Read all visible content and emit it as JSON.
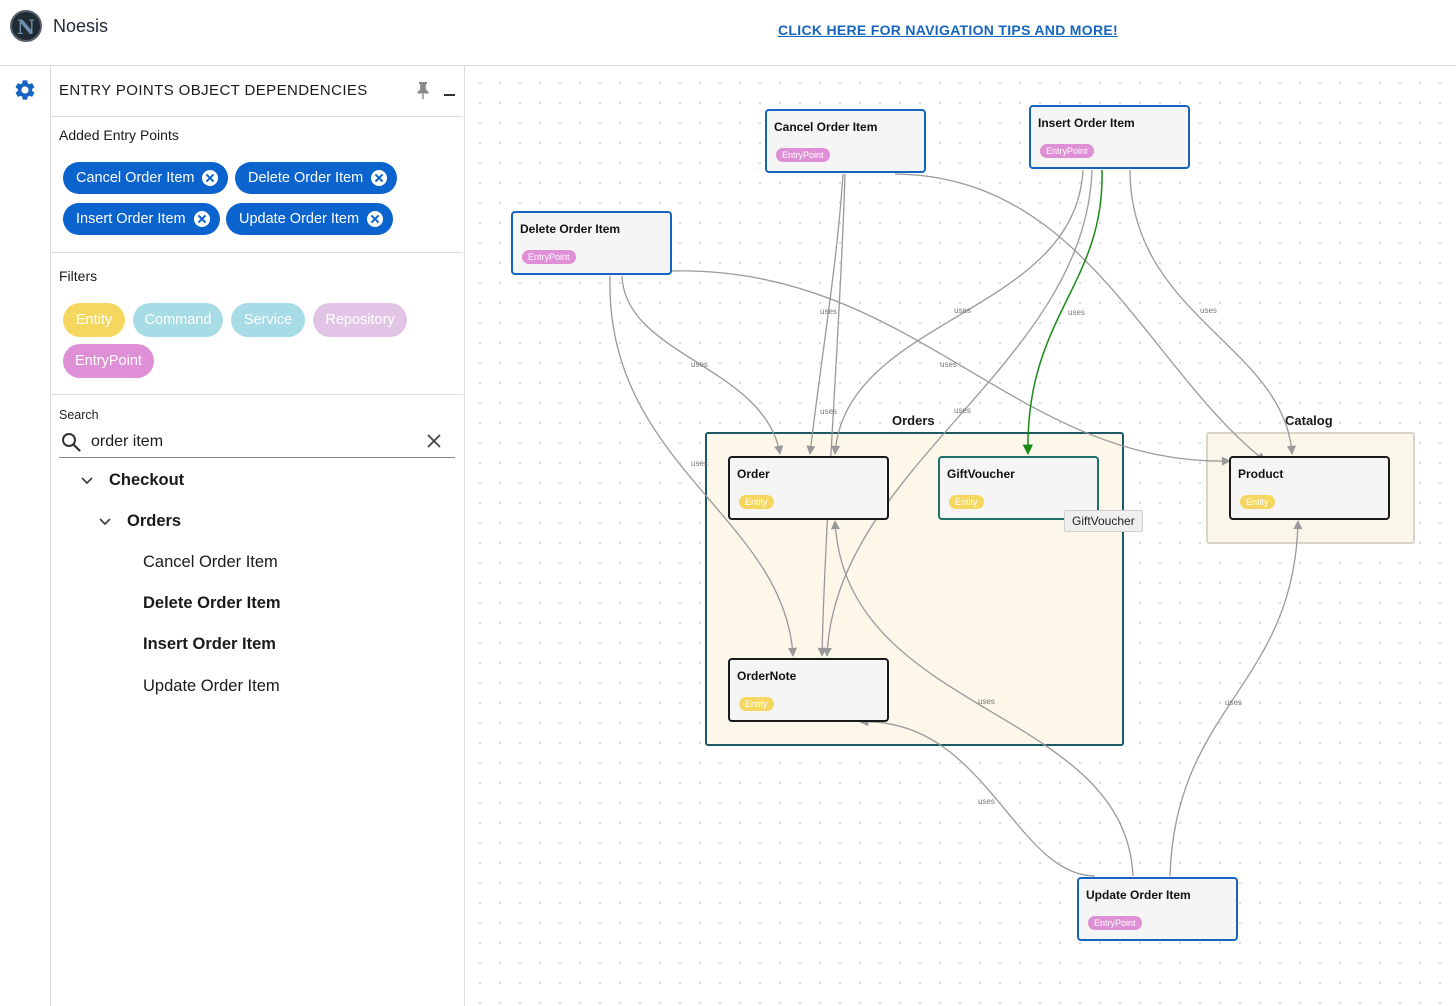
{
  "app": {
    "name": "Noesis",
    "logo_letter": "N"
  },
  "header": {
    "nav_tips_link": "CLICK HERE FOR NAVIGATION TIPS AND MORE!"
  },
  "panel": {
    "title": "ENTRY POINTS OBJECT DEPENDENCIES",
    "added_label": "Added Entry Points",
    "chips": [
      "Cancel Order Item",
      "Delete Order Item",
      "Insert Order Item",
      "Update Order Item"
    ],
    "filters_label": "Filters",
    "filters": [
      {
        "label": "Entity",
        "color": "#f5d760"
      },
      {
        "label": "Command",
        "color": "#a7dbe6"
      },
      {
        "label": "Service",
        "color": "#a7dbe6"
      },
      {
        "label": "Repository",
        "color": "#e2c4e6"
      },
      {
        "label": "EntryPoint",
        "color": "#df8fd6"
      }
    ],
    "search": {
      "label": "Search",
      "value": "order item"
    },
    "tree": {
      "checkout": "Checkout",
      "orders": "Orders",
      "leaves": [
        "Cancel Order Item",
        "Delete Order Item",
        "Insert Order Item",
        "Update Order Item"
      ]
    }
  },
  "graph": {
    "groups": {
      "orders": "Orders",
      "catalog": "Catalog"
    },
    "nodes": {
      "cancel": {
        "title": "Cancel Order Item",
        "badge": "EntryPoint"
      },
      "insert": {
        "title": "Insert Order Item",
        "badge": "EntryPoint"
      },
      "delete": {
        "title": "Delete Order Item",
        "badge": "EntryPoint"
      },
      "update": {
        "title": "Update Order Item",
        "badge": "EntryPoint"
      },
      "order": {
        "title": "Order",
        "badge": "Entity"
      },
      "giftvoucher": {
        "title": "GiftVoucher",
        "badge": "Entity"
      },
      "ordernote": {
        "title": "OrderNote",
        "badge": "Entity"
      },
      "product": {
        "title": "Product",
        "badge": "Entity"
      }
    },
    "tooltip": "GiftVoucher",
    "edge_label": "uses",
    "colors": {
      "edge": "#999999",
      "highlight_edge": "#1a8a1a",
      "entrypoint_border": "#1565c0"
    }
  }
}
